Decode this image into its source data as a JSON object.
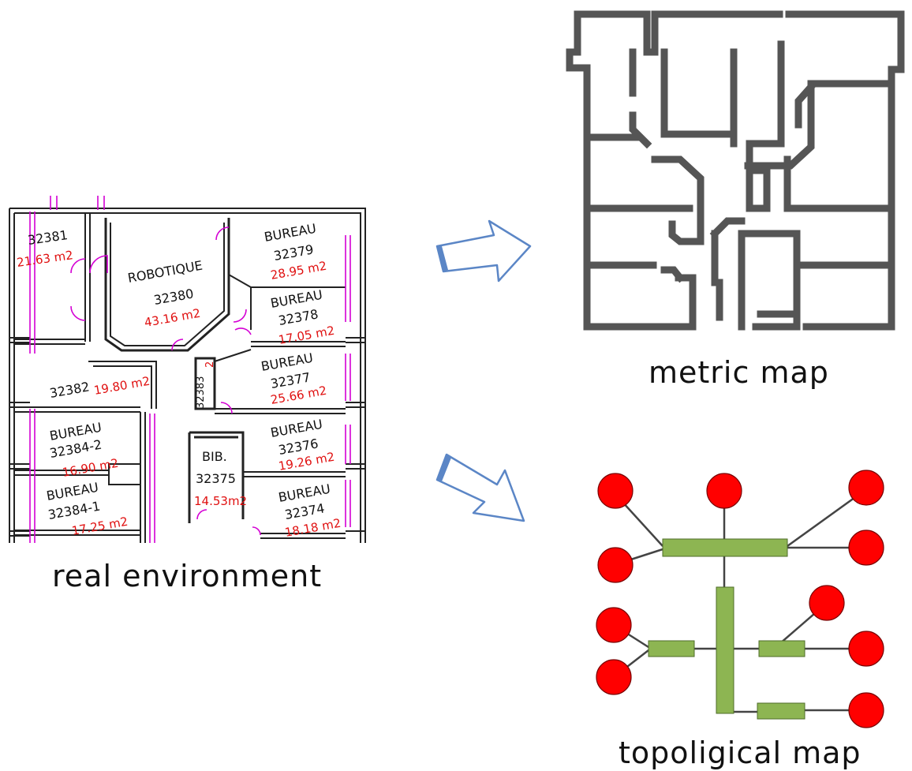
{
  "captions": {
    "real_environment": "real environment",
    "metric_map": "metric map",
    "topological_map": "topoligical map"
  },
  "floor_plan": {
    "rooms": [
      {
        "id": "r1",
        "lines": [
          "32381"
        ],
        "area": "21.63 m2"
      },
      {
        "id": "r2",
        "lines": [
          "ROBOTIQUE",
          "32380"
        ],
        "area": "43.16 m2"
      },
      {
        "id": "r3",
        "lines": [
          "BUREAU",
          "32379"
        ],
        "area": "28.95 m2"
      },
      {
        "id": "r4",
        "lines": [
          "BUREAU",
          "32378"
        ],
        "area": "17.05 m2"
      },
      {
        "id": "r5",
        "lines": [
          "32382"
        ],
        "area": "19.80 m2"
      },
      {
        "id": "r6",
        "lines": [
          "BUREAU",
          "32377"
        ],
        "area": "25.66 m2"
      },
      {
        "id": "r7",
        "lines": [
          "BUREAU",
          "32384-2"
        ],
        "area": "16.90 m2"
      },
      {
        "id": "r8",
        "lines": [
          "BUREAU",
          "32376"
        ],
        "area": "19.26 m2"
      },
      {
        "id": "r9",
        "lines": [
          "BIB.",
          "32375"
        ],
        "area": "14.53m2"
      },
      {
        "id": "r10",
        "lines": [
          "BUREAU",
          "32384-1"
        ],
        "area": "17.25 m2"
      },
      {
        "id": "r11",
        "lines": [
          "BUREAU",
          "32374"
        ],
        "area": "18.18 m2"
      }
    ],
    "small_labels": [
      "32383",
      "2"
    ]
  },
  "colors": {
    "wall": "#555555",
    "plan_line": "#222222",
    "door": "#d400d4",
    "area_text": "#e01010",
    "arrow": "#5b86c6",
    "node": "#ff0000",
    "edge_node": "#8db552"
  }
}
